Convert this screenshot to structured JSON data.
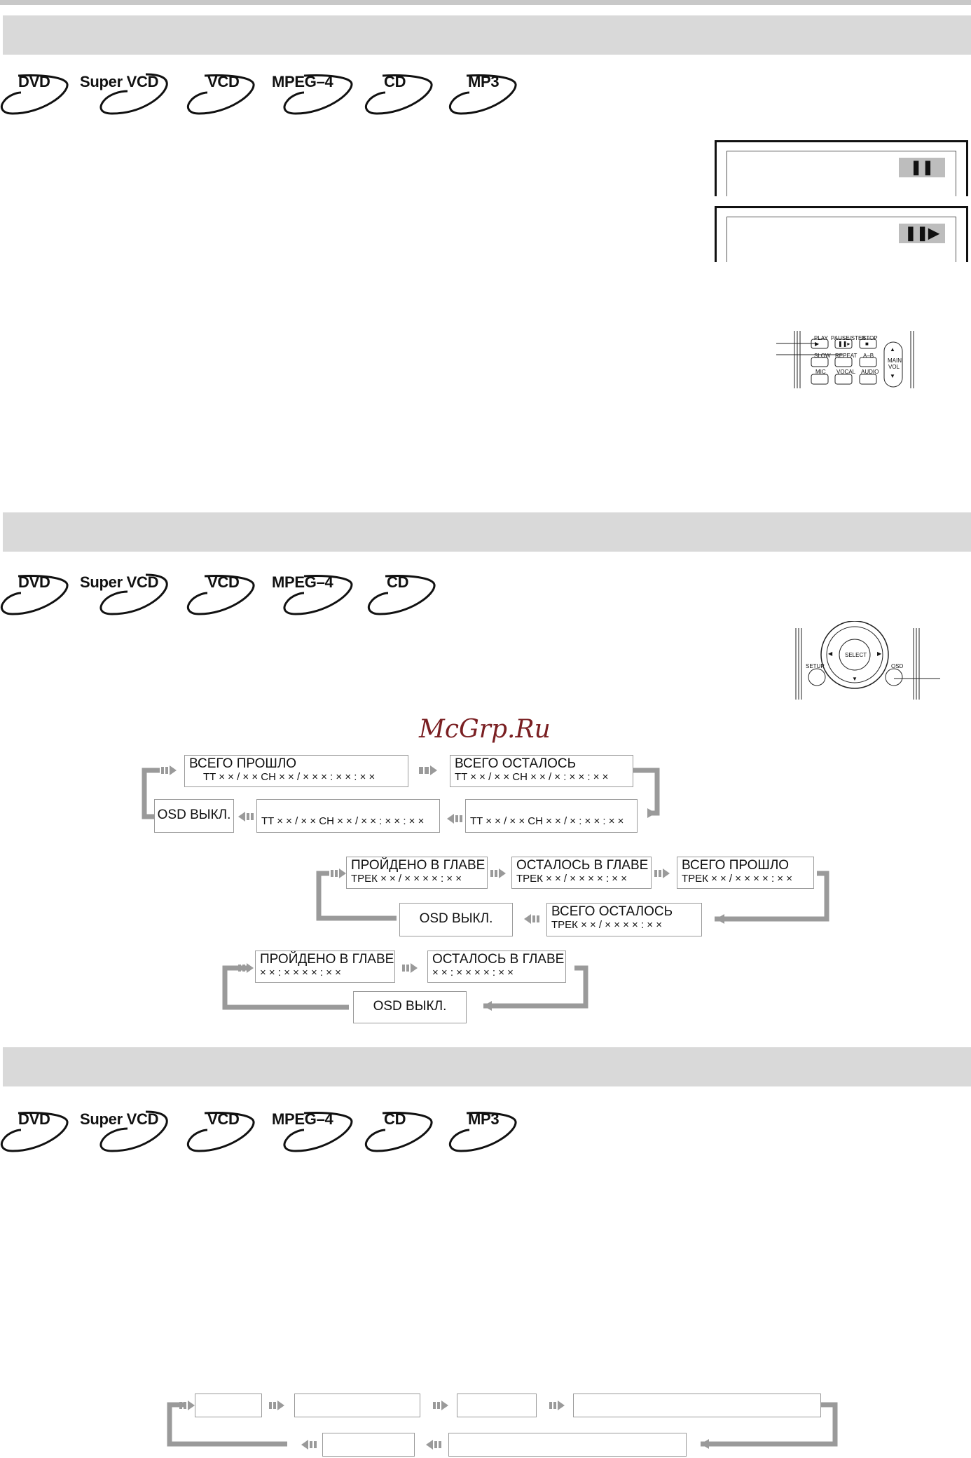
{
  "logos_row1": [
    "DVD",
    "Super VCD",
    "VCD",
    "MPEG–4",
    "CD",
    "MP3"
  ],
  "logos_row2": [
    "DVD",
    "Super VCD",
    "VCD",
    "MPEG–4",
    "CD"
  ],
  "logos_row3": [
    "DVD",
    "Super VCD",
    "VCD",
    "MPEG–4",
    "CD",
    "MP3"
  ],
  "pause_panel": {
    "icon": "pause-icon",
    "symbol": "❚❚"
  },
  "step_panel": {
    "icon": "step-icon",
    "symbol": "❚❚▶"
  },
  "remote1": {
    "labels": [
      "PLAY",
      "PAUSE/STEP",
      "STOP",
      "SLOW",
      "REPEAT",
      "A–B",
      "MIC",
      "VOCAL",
      "AUDIO",
      "MAIN",
      "VOL"
    ],
    "symbols": {
      "play": "▶",
      "pause": "❚❚▸",
      "stop": "■",
      "up": "▲",
      "down": "▼"
    }
  },
  "remote2": {
    "labels": [
      "SELECT",
      "SETUP",
      "OSD"
    ],
    "symbols": {
      "left": "◀",
      "right": "▶",
      "down": "▼"
    }
  },
  "watermark": "McGrp.Ru",
  "dvd_cycle": {
    "b1": {
      "l1": "ВСЕГО ПРОШЛО",
      "l2": "TT × × / × ×  CH × × / × ×  × : × × : × ×"
    },
    "b2": {
      "l1": "ВСЕГО ОСТАЛОСЬ",
      "l2": "TT × × / × ×  CH × × / × : × × : × ×"
    },
    "b3": {
      "l2": "TT × × / × × CH × × / × : × × : × ×"
    },
    "b4": {
      "l2": "TT × × / × ×  CH × × / × × : × × : × ×"
    },
    "osd": "OSD  ВЫКЛ."
  },
  "vcd_cycle": {
    "b1": {
      "l1": "ПРОЙДЕНО В ГЛАВЕ",
      "l2": "ТРЕК × × / × ×   × × : × ×"
    },
    "b2": {
      "l1": "ОСТАЛОСЬ В ГЛАВЕ",
      "l2": "ТРЕК × × / × ×   × × : × ×"
    },
    "b3": {
      "l1": "ВСЕГО ПРОШЛО",
      "l2": "ТРЕК × × / × ×   × × : × ×"
    },
    "b4": {
      "l1": "ВСЕГО ОСТАЛОСЬ",
      "l2": "ТРЕК × × / × ×   × × : × ×"
    },
    "osd": "OSD ВЫКЛ."
  },
  "cd_cycle": {
    "b1": {
      "l1": "ПРОЙДЕНО В ГЛАВЕ",
      "l2": "× × : × ×    × × : × ×"
    },
    "b2": {
      "l1": "ОСТАЛОСЬ В ГЛАВЕ",
      "l2": "× × : × ×    × × : × ×"
    },
    "osd": "OSD ВЫКЛ."
  }
}
